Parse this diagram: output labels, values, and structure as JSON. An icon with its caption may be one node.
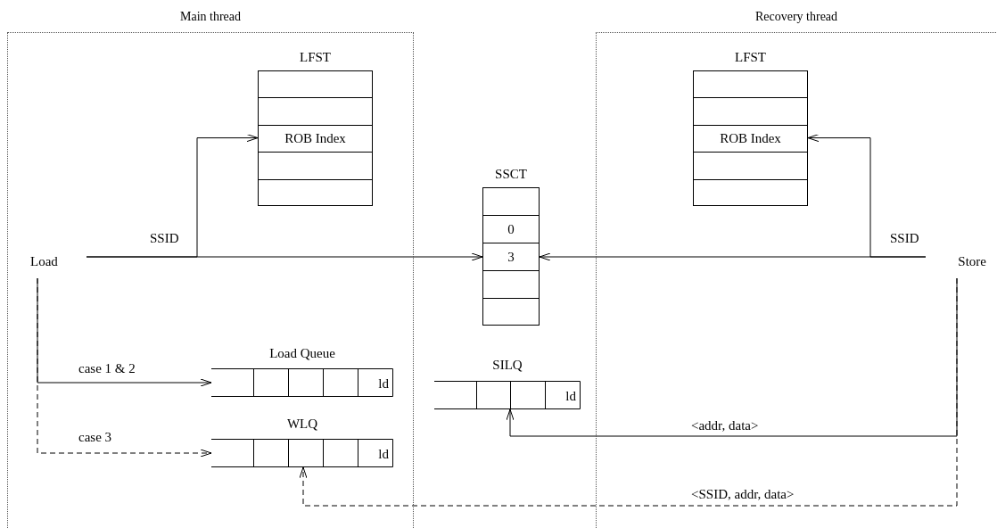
{
  "diagram": {
    "nodes": [
      {
        "text": [
          "Main thread"
        ]
      },
      {
        "text": [
          "Recovery thread"
        ]
      },
      {
        "text": [
          "LFST"
        ],
        "in": 0
      },
      {
        "text": [
          "ROB Index"
        ],
        "in": 2
      },
      {
        "text": [
          "LFST"
        ],
        "in": 1
      },
      {
        "text": [
          "ROB Index"
        ],
        "in": 4
      },
      {
        "text": [
          "SSCT"
        ]
      },
      {
        "text": [
          "0"
        ],
        "in": 6
      },
      {
        "text": [
          "3"
        ],
        "in": 6
      },
      {
        "text": [
          "Load"
        ],
        "in": 0
      },
      {
        "text": [
          "Store"
        ],
        "in": 1
      },
      {
        "text": [
          "Load Queue",
          "ld"
        ],
        "in": 0
      },
      {
        "text": [
          "WLQ",
          "ld"
        ],
        "in": 0
      },
      {
        "text": [
          "SILQ",
          "ld"
        ]
      }
    ],
    "edges": [
      {
        "from": 9,
        "to": 8,
        "arrow": "to"
      },
      {
        "from": 9,
        "to": 3,
        "arrow": "to",
        "label": "SSID"
      },
      {
        "from": 10,
        "to": 8,
        "arrow": "to"
      },
      {
        "from": 10,
        "to": 5,
        "arrow": "to",
        "label": "SSID"
      },
      {
        "from": 9,
        "to": 11,
        "arrow": "to",
        "label": "case 1 & 2"
      },
      {
        "from": 9,
        "to": 12,
        "arrow": "to",
        "label": "case 3",
        "style": "dashed"
      },
      {
        "from": 10,
        "to": 13,
        "arrow": "to",
        "label": "<addr, data>"
      },
      {
        "from": 10,
        "to": 12,
        "arrow": "to",
        "label": "<SSID, addr, data>",
        "style": "dashed"
      }
    ]
  }
}
